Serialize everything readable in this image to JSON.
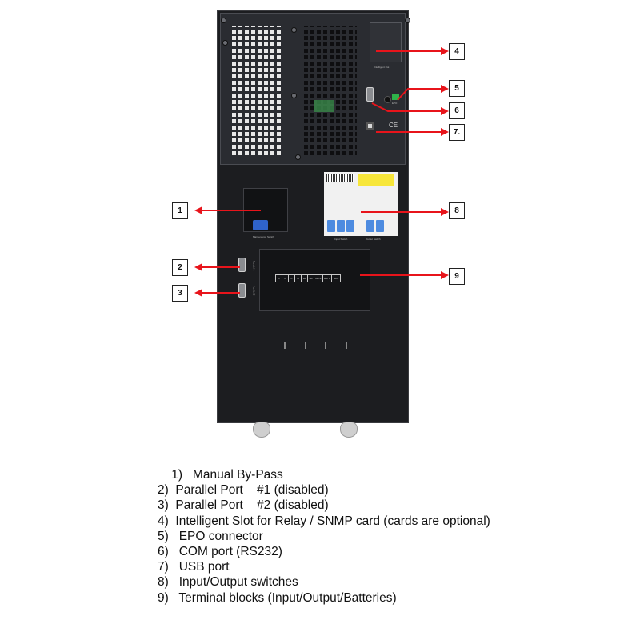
{
  "figure": {
    "subject": "UPS rear panel",
    "device_labels": {
      "maintenance_switch": "Maintenance Switch",
      "input_switch": "Input Switch",
      "output_switch": "Output Switch",
      "intelligent_slot": "Intelligent slot",
      "epo": "EPO",
      "parallel_1": "Parallel 1",
      "parallel_2": "Parallel 2",
      "rs232": "RS232",
      "usb": "USB",
      "ce_mark": "CE"
    },
    "terminal_labels": [
      "A",
      "B",
      "C",
      "Ni",
      "Lo",
      "No",
      "BAT+",
      "BATN",
      "BAT-"
    ]
  },
  "callouts": [
    {
      "number": "1",
      "target": "Manual By-Pass"
    },
    {
      "number": "2",
      "target": "Parallel Port #1"
    },
    {
      "number": "3",
      "target": "Parallel Port #2"
    },
    {
      "number": "4",
      "target": "Intelligent Slot"
    },
    {
      "number": "5",
      "target": "EPO connector"
    },
    {
      "number": "6",
      "target": "COM port"
    },
    {
      "number": "7.",
      "target": "USB port"
    },
    {
      "number": "8",
      "target": "Input/Output switches"
    },
    {
      "number": "9",
      "target": "Terminal blocks"
    }
  ],
  "legend": [
    "    1)   Manual By-Pass",
    "2)  Parallel Port    #1 (disabled)",
    "3)  Parallel Port    #2 (disabled)",
    "4)  Intelligent Slot for Relay / SNMP card (cards are optional)",
    "5)   EPO connector",
    "6)   COM port (RS232)",
    "7)   USB port",
    "8)   Input/Output switches",
    "9)   Terminal blocks (Input/Output/Batteries)"
  ],
  "colors": {
    "arrow": "#e8141b",
    "cabinet": "#1c1d20"
  }
}
